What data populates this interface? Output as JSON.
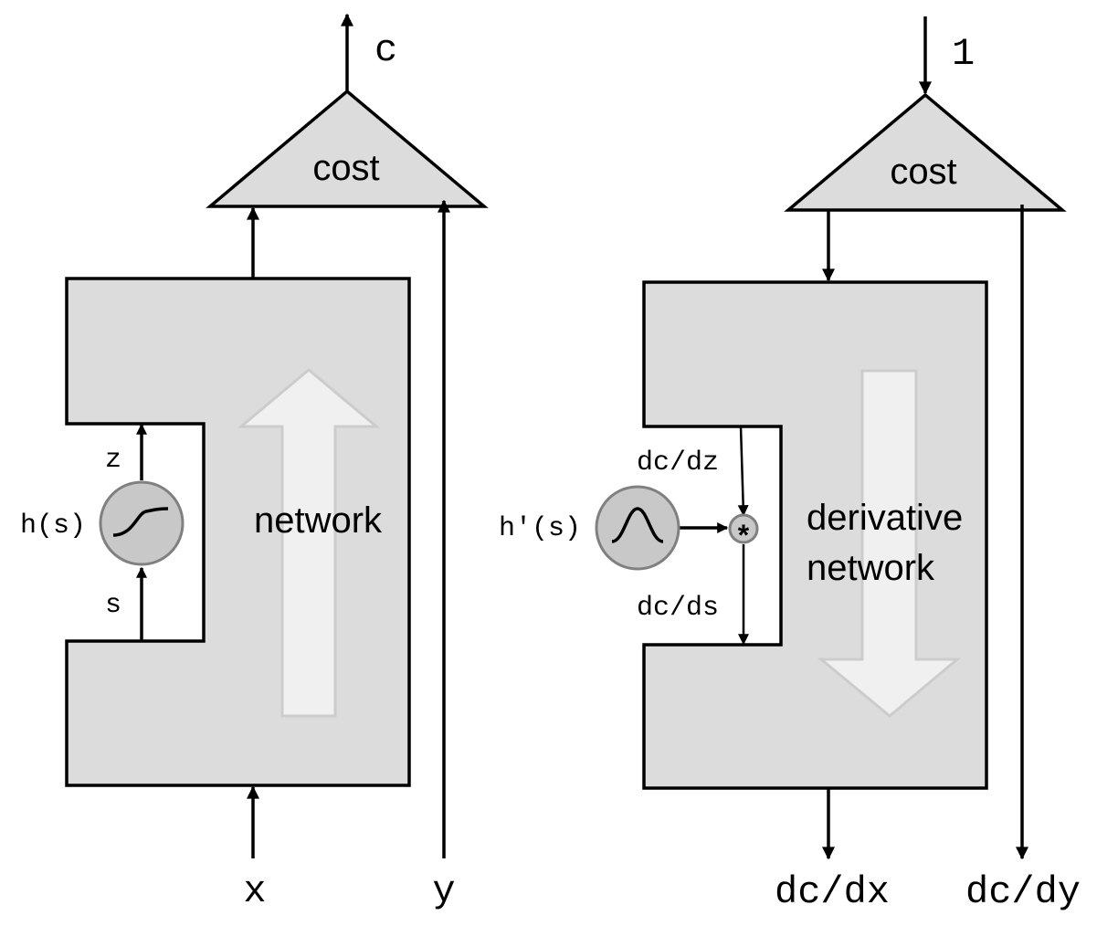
{
  "colors": {
    "block_fill": "#dcdcdc",
    "stroke": "#000000",
    "flow_arrow_fill": "#f0f0f0",
    "flow_arrow_stroke": "#cccccc",
    "node_fill": "#c8c8c8",
    "node_stroke": "#808080"
  },
  "forward": {
    "output_label": "c",
    "cost_label": "cost",
    "network_label": "network",
    "activation_label": "h(s)",
    "z_label": "z",
    "s_label": "s",
    "x_label": "x",
    "y_label": "y",
    "flow_direction": "up",
    "activation_icon": "sigmoid-icon"
  },
  "backward": {
    "seed_label": "1",
    "cost_label": "cost",
    "network_label_line1": "derivative",
    "network_label_line2": "network",
    "derivative_label": "h'(s)",
    "dcdz_label": "dc/dz",
    "dcds_label": "dc/ds",
    "multiply_label": "*",
    "dcdx_label": "dc/dx",
    "dcdy_label": "dc/dy",
    "flow_direction": "down",
    "derivative_icon": "bell-curve-icon"
  }
}
